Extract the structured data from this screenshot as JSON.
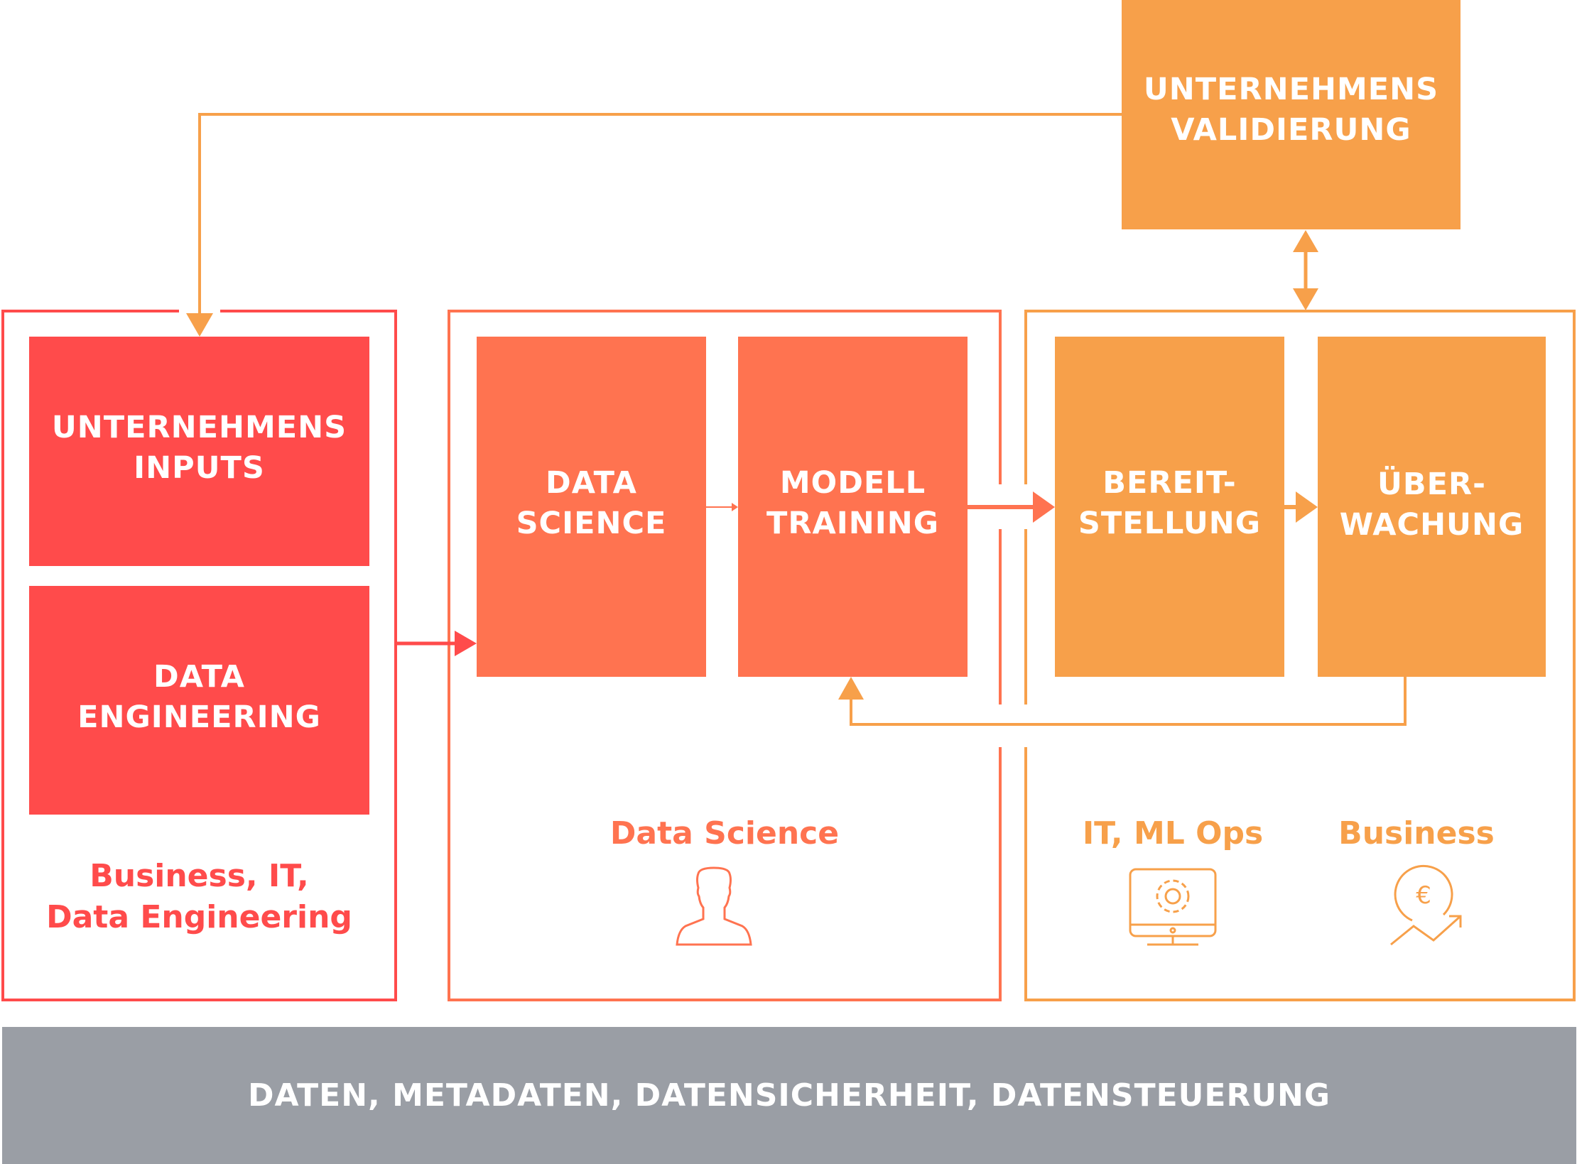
{
  "boxes": {
    "validierung": "UNTERNEHMENS\nVALIDIERUNG",
    "inputs": "UNTERNEHMENS\nINPUTS",
    "data_engineering": "DATA\nENGINEERING",
    "data_science": "DATA\nSCIENCE",
    "modell_training": "MODELL\nTRAINING",
    "bereitstellung": "BEREIT-\nSTELLUNG",
    "ueberwachung": "ÜBER-\nWACHUNG"
  },
  "roles": {
    "left": "Business, IT,\nData Engineering",
    "middle": "Data Science",
    "it_mlops": "IT, ML Ops",
    "business": "Business"
  },
  "footer": "DATEN, METADATEN, DATENSICHERHEIT, DATENSTEUERUNG",
  "colors": {
    "red": "#FF4B4B",
    "coral": "#FF7350",
    "orange": "#F7A04A",
    "grey": "#9A9EA5"
  }
}
